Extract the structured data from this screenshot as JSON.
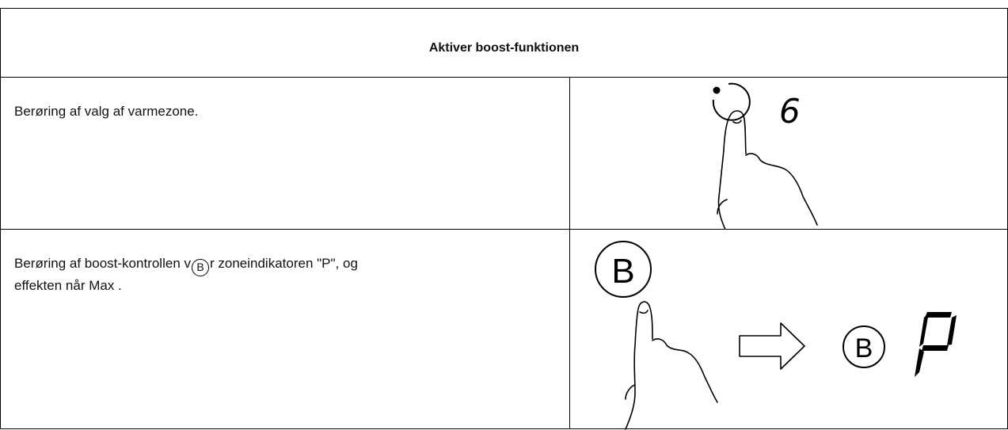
{
  "header": {
    "title": "Aktiver boost-funktionen"
  },
  "steps": [
    {
      "text": "Berøring af valg af varmezone.",
      "display_digit": "6",
      "icons": [
        "power-ring-icon",
        "pointing-hand-icon",
        "seven-segment-digit-icon"
      ]
    },
    {
      "text_part1": "Berøring af boost-kontrollen v",
      "inline_symbol": "B",
      "text_part2": "r zoneindikatoren \"P\", og",
      "text_line2": "effekten når Max .",
      "boost_symbol": "B",
      "display_letter": "P",
      "icons": [
        "boost-button-icon",
        "pointing-hand-icon",
        "arrow-right-icon",
        "boost-symbol-icon",
        "seven-segment-letter-icon"
      ]
    }
  ]
}
